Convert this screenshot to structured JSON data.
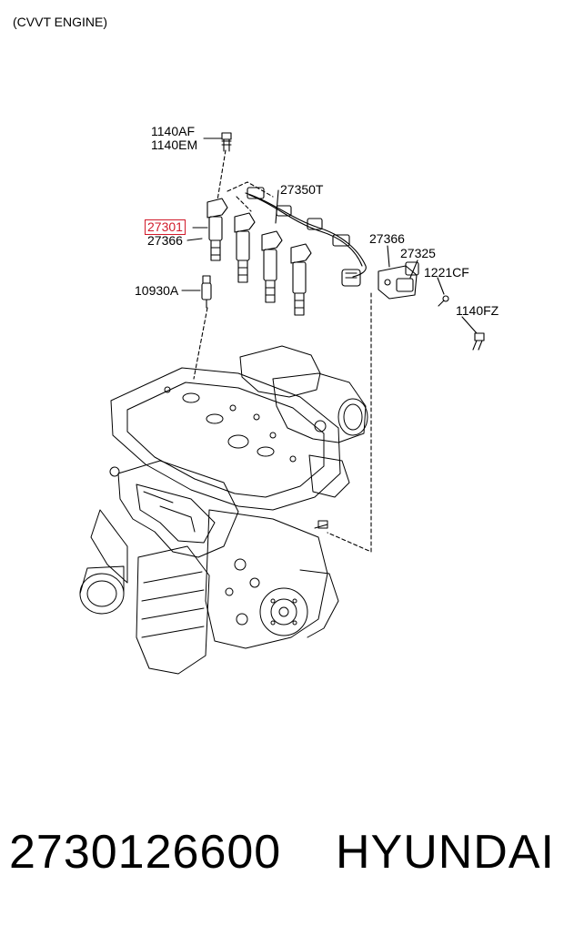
{
  "header": {
    "title": "(CVVT ENGINE)"
  },
  "callouts": {
    "c1140af": "1140AF",
    "c1140em": "1140EM",
    "c27350t": "27350T",
    "c27301": "27301",
    "c27366a": "27366",
    "c27366b": "27366",
    "c27325": "27325",
    "c1221cf": "1221CF",
    "c10930a": "10930A",
    "c1140fz": "1140FZ"
  },
  "footer": {
    "part_number": "2730126600",
    "brand": "HYUNDAI"
  },
  "colors": {
    "highlight": "#d11a2a",
    "line": "#000000"
  }
}
